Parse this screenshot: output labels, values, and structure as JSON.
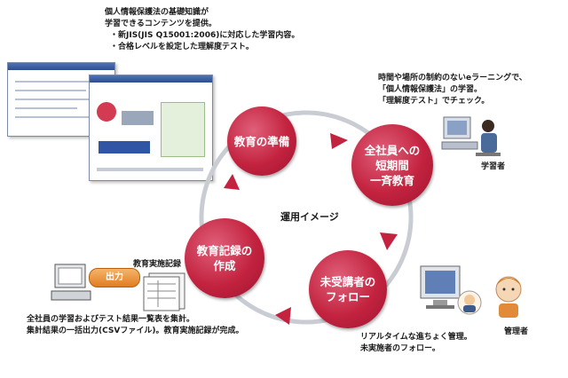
{
  "top_text": {
    "line1": "個人情報保護法の基礎知識が",
    "line2": "学習できるコンテンツを提供。",
    "line3": "・新JIS(JIS Q15001:2006)に対応した学習内容。",
    "line4": "・合格レベルを設定した理解度テスト。"
  },
  "right_text": {
    "line1": "時間や場所の制約のないeラーニングで、",
    "line2": "「個人情報保護法」の学習。",
    "line3": "「理解度テスト」でチェック。"
  },
  "learner_label": "学習者",
  "cycle_center_label": "運用イメージ",
  "circles": {
    "preparation": [
      "教育の準備"
    ],
    "education": [
      "全社員への",
      "短期間",
      "一斉教育"
    ],
    "record": [
      "教育記録の",
      "作成"
    ],
    "followup": [
      "未受講者の",
      "フォロー"
    ]
  },
  "output_label": "出力",
  "record_doc_label": "教育実施記録",
  "bottom_left_text": {
    "line1": "全社員の学習およびテスト結果一覧表を集計。",
    "line2": "集計結果の一括出力(CSVファイル)。教育実施記録が完成。"
  },
  "bottom_right_text": {
    "line1": "リアルタイムな進ちょく管理。",
    "line2": "未実施者のフォロー。"
  },
  "admin_label": "管理者",
  "colors": {
    "circle": "#c3233f",
    "arrow": "#c3233f",
    "ring": "#c9cdd3"
  }
}
